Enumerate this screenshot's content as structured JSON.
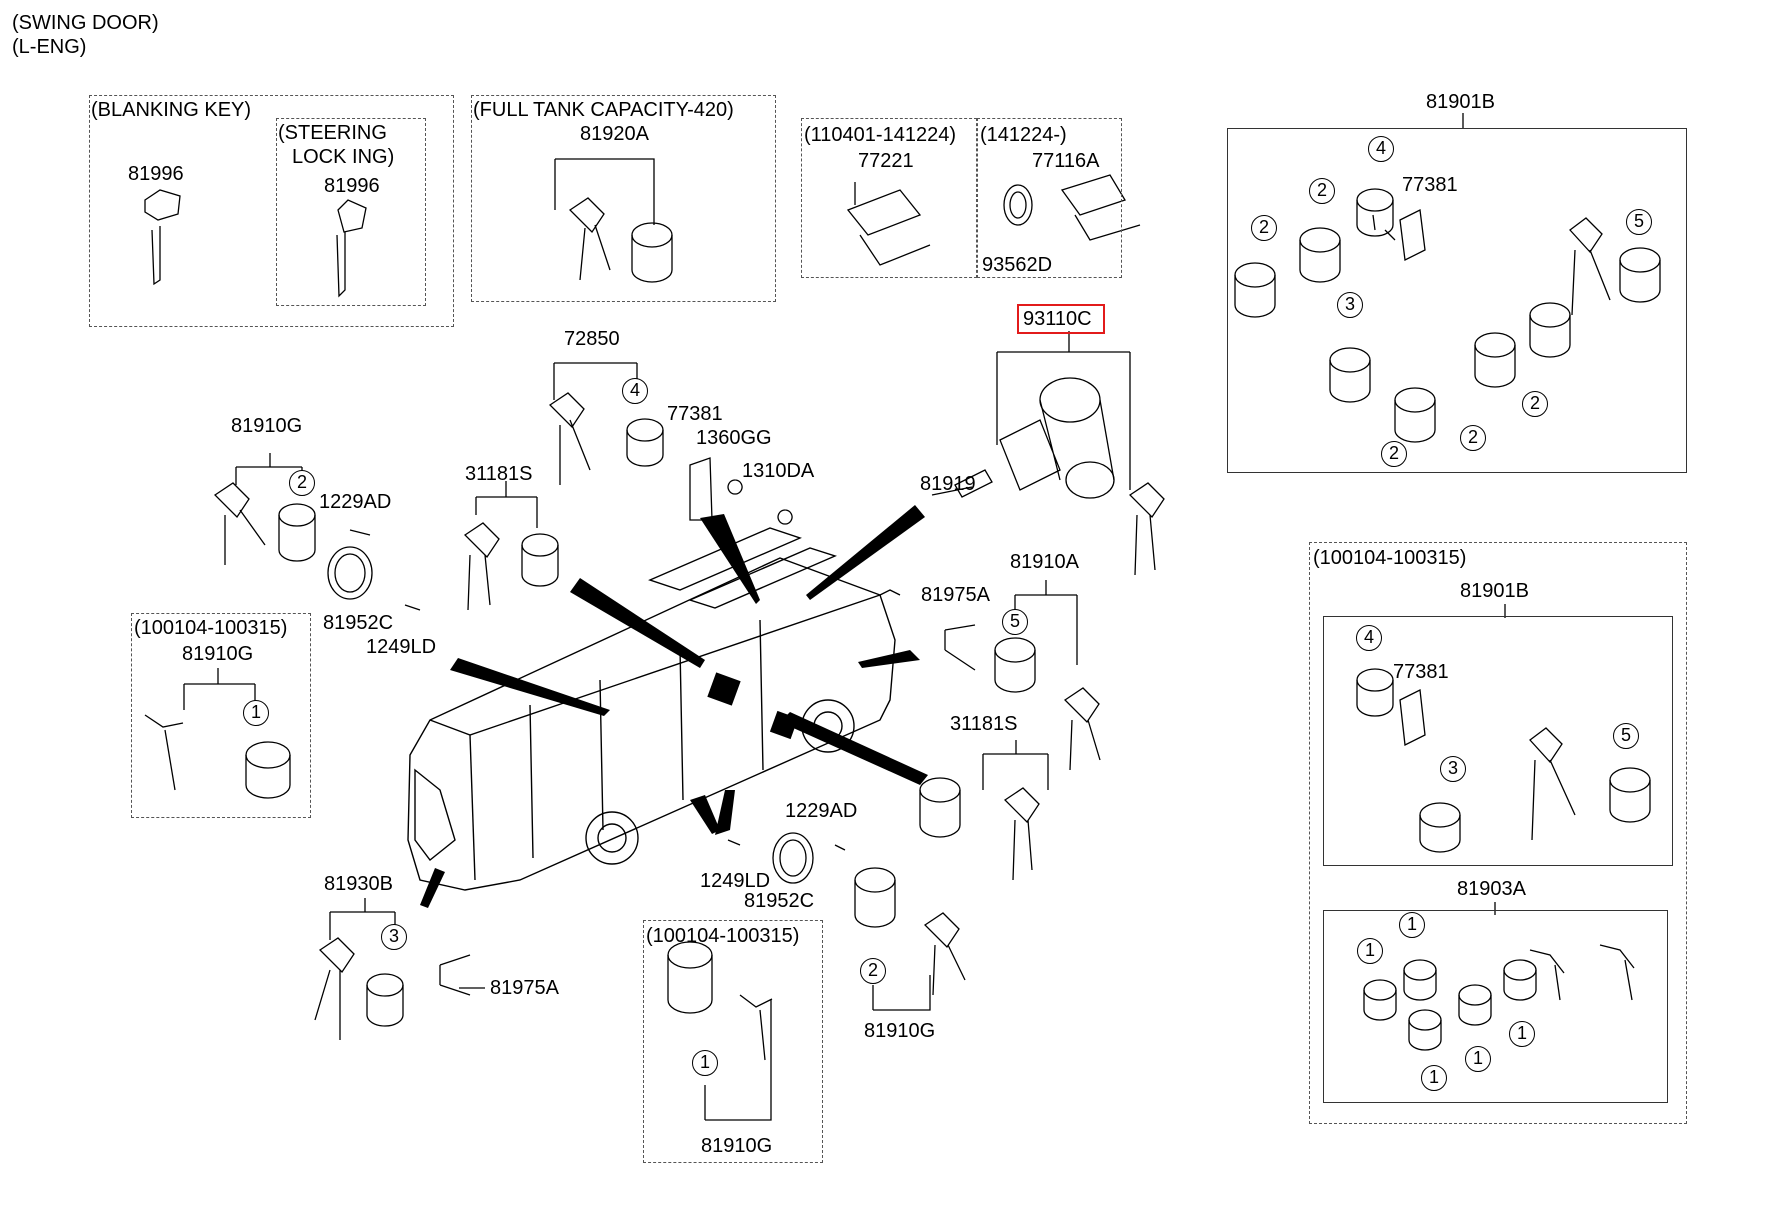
{
  "header": {
    "line1": "(SWING DOOR)",
    "line2": "(L-ENG)"
  },
  "groups": {
    "blanking_key": "(BLANKING KEY)",
    "steering_lock_1": "(STEERING",
    "steering_lock_2": "LOCK  ING)",
    "full_tank": "(FULL TANK CAPACITY-420)",
    "range_a": "(110401-141224)",
    "range_b": "(141224-)",
    "range_c": "(100104-100315)"
  },
  "parts": {
    "p81996a": "81996",
    "p81996b": "81996",
    "p81920A": "81920A",
    "p77221": "77221",
    "p77116A": "77116A",
    "p93562D": "93562D",
    "p81901B_top": "81901B",
    "p77381_top": "77381",
    "p93110C": "93110C",
    "p72850": "72850",
    "p77381_mid": "77381",
    "p1360GG": "1360GG",
    "p1310DA": "1310DA",
    "p81910G_left": "81910G",
    "p1229AD_left": "1229AD",
    "p31181S_left": "31181S",
    "p81952C_left": "81952C",
    "p1249LD_left": "1249LD",
    "p81919": "81919",
    "p81975A_mid": "81975A",
    "p81910A": "81910A",
    "p81910G_box": "81910G",
    "p31181S_right": "31181S",
    "p1229AD_bot": "1229AD",
    "p1249LD_bot": "1249LD",
    "p81952C_bot": "81952C",
    "p81930B": "81930B",
    "p81975A_bot": "81975A",
    "p81910G_bot": "81910G",
    "p81910G_box2": "81910G",
    "p81901B_box": "81901B",
    "p77381_box": "77381",
    "p81903A": "81903A"
  },
  "callouts": [
    "1",
    "2",
    "3",
    "4",
    "5"
  ],
  "colors": {
    "line": "#000000",
    "highlight": "#e21b1b",
    "box": "#555555"
  }
}
